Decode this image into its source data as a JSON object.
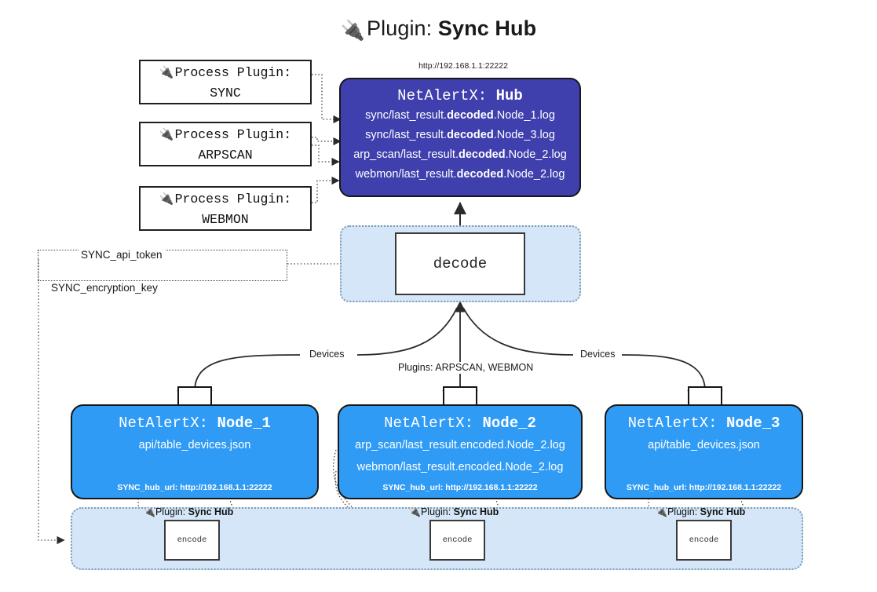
{
  "title": {
    "icon": "plug-icon",
    "label": "Plugin:",
    "value": "Sync Hub"
  },
  "process_plugins": [
    {
      "icon": "plug-icon",
      "label": "Process Plugin:",
      "name": "SYNC"
    },
    {
      "icon": "plug-icon",
      "label": "Process Plugin:",
      "name": "ARPSCAN"
    },
    {
      "icon": "plug-icon",
      "label": "Process Plugin:",
      "name": "WEBMON"
    }
  ],
  "hub": {
    "url": "http://192.168.1.1:22222",
    "title_prefix": "NetAlertX:",
    "title_name": "Hub",
    "logs": [
      {
        "pre": "sync/last_result.",
        "bold": "decoded",
        "post": ".Node_1.log"
      },
      {
        "pre": "sync/last_result.",
        "bold": "decoded",
        "post": ".Node_3.log"
      },
      {
        "pre": "arp_scan/last_result.",
        "bold": "decoded",
        "post": ".Node_2.log"
      },
      {
        "pre": "webmon/last_result.",
        "bold": "decoded",
        "post": ".Node_2.log"
      }
    ]
  },
  "decode": {
    "label": "decode"
  },
  "secrets": {
    "api_token": "SYNC_api_token",
    "encryption_key": "SYNC_encryption_key"
  },
  "edges": {
    "devices_left": "Devices",
    "devices_right": "Devices",
    "plugins_middle": "Plugins: ARPSCAN, WEBMON"
  },
  "nodes": [
    {
      "title_prefix": "NetAlertX:",
      "title_name": "Node_1",
      "lines": [
        "api/table_devices.json"
      ],
      "footer": "SYNC_hub_url: http://192.168.1.1:22222",
      "envelope_icon": "envelope-icon"
    },
    {
      "title_prefix": "NetAlertX:",
      "title_name": "Node_2",
      "lines": [
        "arp_scan/last_result.encoded.Node_2.log",
        "webmon/last_result.encoded.Node_2.log"
      ],
      "footer": "SYNC_hub_url: http://192.168.1.1:22222",
      "envelope_icon": "envelope-icon"
    },
    {
      "title_prefix": "NetAlertX:",
      "title_name": "Node_3",
      "lines": [
        "api/table_devices.json"
      ],
      "footer": "SYNC_hub_url: http://192.168.1.1:22222",
      "envelope_icon": "envelope-icon"
    }
  ],
  "encode_zone": {
    "captions": [
      {
        "icon": "plug-icon",
        "label": "Plugin:",
        "value": "Sync Hub"
      },
      {
        "icon": "plug-icon",
        "label": "Plugin:",
        "value": "Sync Hub"
      },
      {
        "icon": "plug-icon",
        "label": "Plugin:",
        "value": "Sync Hub"
      }
    ],
    "boxes": [
      "encode",
      "encode",
      "encode"
    ]
  },
  "colors": {
    "hub_fill": "#3f3fad",
    "node_fill": "#2f9bf5",
    "zone_fill": "#d4e6f7",
    "stroke": "#181818"
  }
}
